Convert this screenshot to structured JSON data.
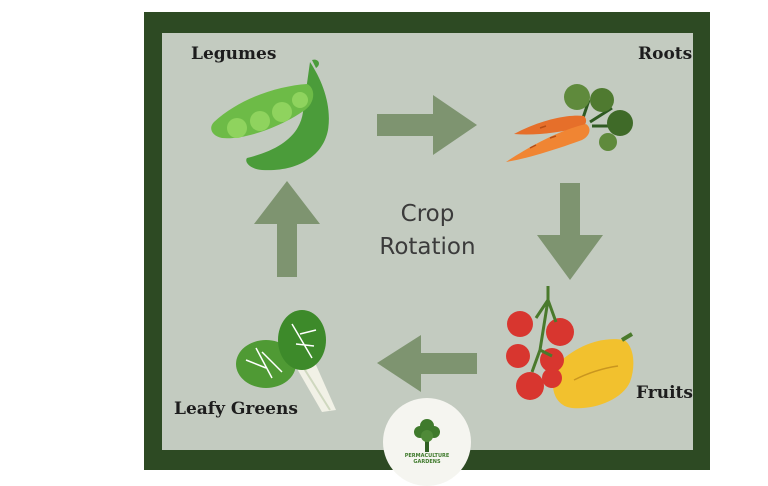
{
  "diagram": {
    "title_lines": [
      "Crop",
      "Rotation"
    ],
    "stages": {
      "legumes": "Legumes",
      "roots": "Roots",
      "fruits": "Fruits",
      "leafy_greens": "Leafy Greens"
    },
    "flow": [
      "Legumes",
      "Roots",
      "Fruits",
      "Leafy Greens",
      "Legumes"
    ]
  },
  "logo": {
    "line1": "PERMACULTURE",
    "line2": "GARDENS"
  },
  "colors": {
    "frame": "#2d4a23",
    "panel": "#c3cbc0",
    "arrow": "#7e9470",
    "logo_green": "#3f7a2c"
  },
  "icons": [
    "pea-pod-icon",
    "carrot-icon",
    "tomato-squash-icon",
    "leafy-greens-icon",
    "tree-icon"
  ]
}
